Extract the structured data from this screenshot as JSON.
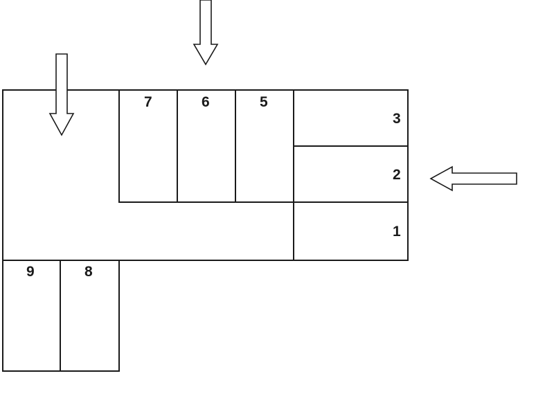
{
  "diagram": {
    "rooms": [
      {
        "id": "1",
        "label": "1"
      },
      {
        "id": "2",
        "label": "2"
      },
      {
        "id": "3",
        "label": "3"
      },
      {
        "id": "5",
        "label": "5"
      },
      {
        "id": "6",
        "label": "6"
      },
      {
        "id": "7",
        "label": "7"
      },
      {
        "id": "8",
        "label": "8"
      },
      {
        "id": "9",
        "label": "9"
      }
    ],
    "arrows": [
      {
        "id": "top-arrow",
        "direction": "down"
      },
      {
        "id": "upper-left-arrow",
        "direction": "down"
      },
      {
        "id": "right-arrow",
        "direction": "left"
      }
    ],
    "colors": {
      "stroke": "#1a1a1a",
      "background": "#ffffff"
    }
  }
}
